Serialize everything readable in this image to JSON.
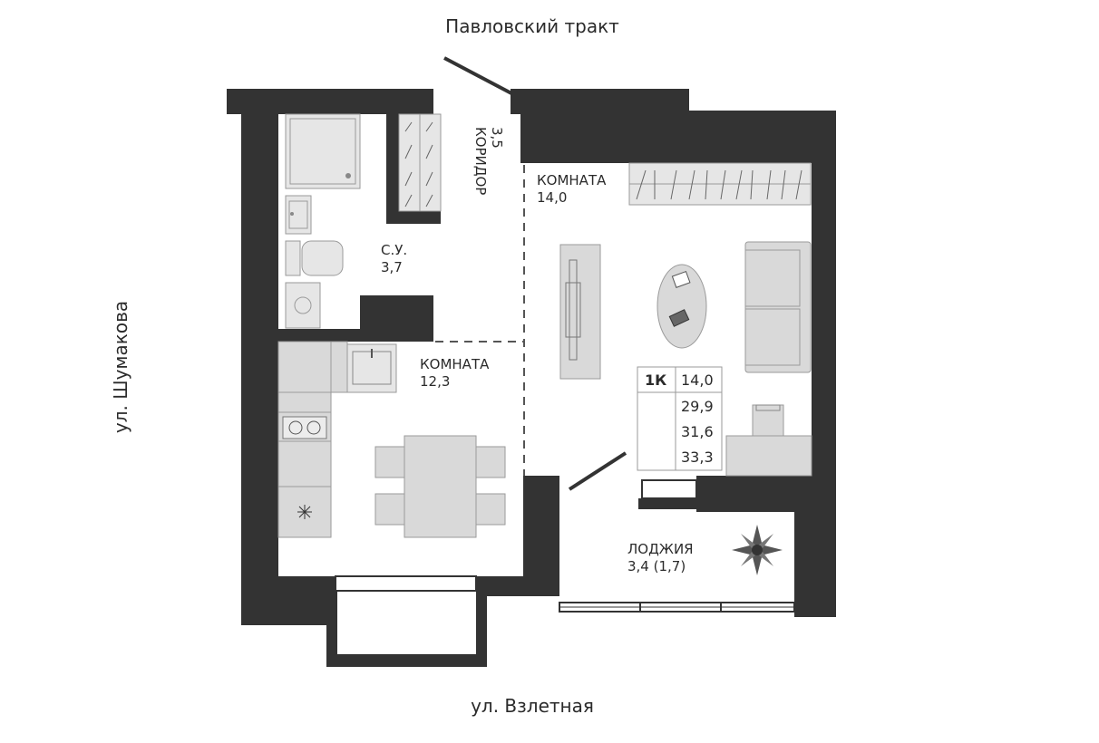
{
  "streets": {
    "top": "Павловский тракт",
    "left": "ул. Шумакова",
    "bottom": "ул. Взлетная"
  },
  "rooms": {
    "corridor": {
      "name": "КОРИДОР",
      "area": "3,5"
    },
    "bathroom": {
      "name": "С.У.",
      "area": "3,7"
    },
    "room_main": {
      "name": "КОМНАТА",
      "area": "14,0"
    },
    "room_kitchen": {
      "name": "КОМНАТА",
      "area": "12,3"
    },
    "loggia": {
      "name": "ЛОДЖИЯ",
      "area": "3,4 (1,7)"
    }
  },
  "summary": {
    "type": "1К",
    "values": [
      "14,0",
      "29,9",
      "31,6",
      "33,3"
    ]
  },
  "colors": {
    "wall": "#333333",
    "furniture": "#d9d9d9",
    "background": "#ffffff"
  },
  "icons": [
    "compass-icon",
    "stove-icon",
    "sink-icon",
    "toilet-icon",
    "washing-machine-icon",
    "shower-icon"
  ]
}
